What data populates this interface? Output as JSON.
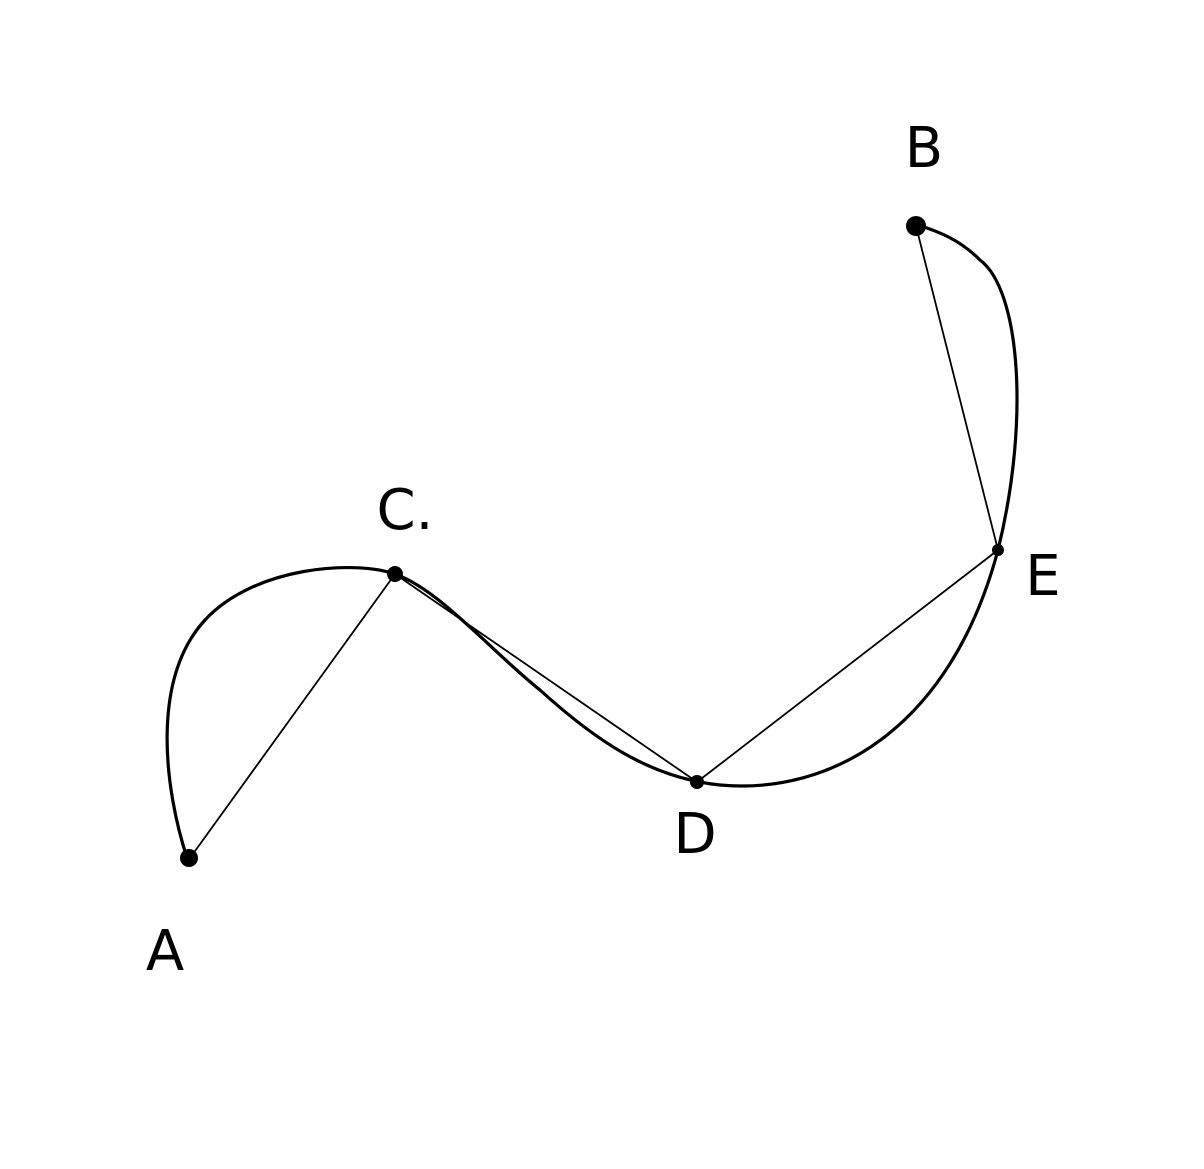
{
  "diagram": {
    "points": {
      "A": {
        "label": "A"
      },
      "B": {
        "label": "B"
      },
      "C": {
        "label": "C."
      },
      "D": {
        "label": "D"
      },
      "E": {
        "label": "E"
      }
    },
    "chords": [
      [
        "A",
        "C"
      ],
      [
        "C",
        "D"
      ],
      [
        "D",
        "E"
      ],
      [
        "E",
        "B"
      ]
    ],
    "curve_order": [
      "A",
      "C",
      "D",
      "E",
      "B"
    ],
    "ink_color": "#000000",
    "background_color": "#ffffff"
  }
}
